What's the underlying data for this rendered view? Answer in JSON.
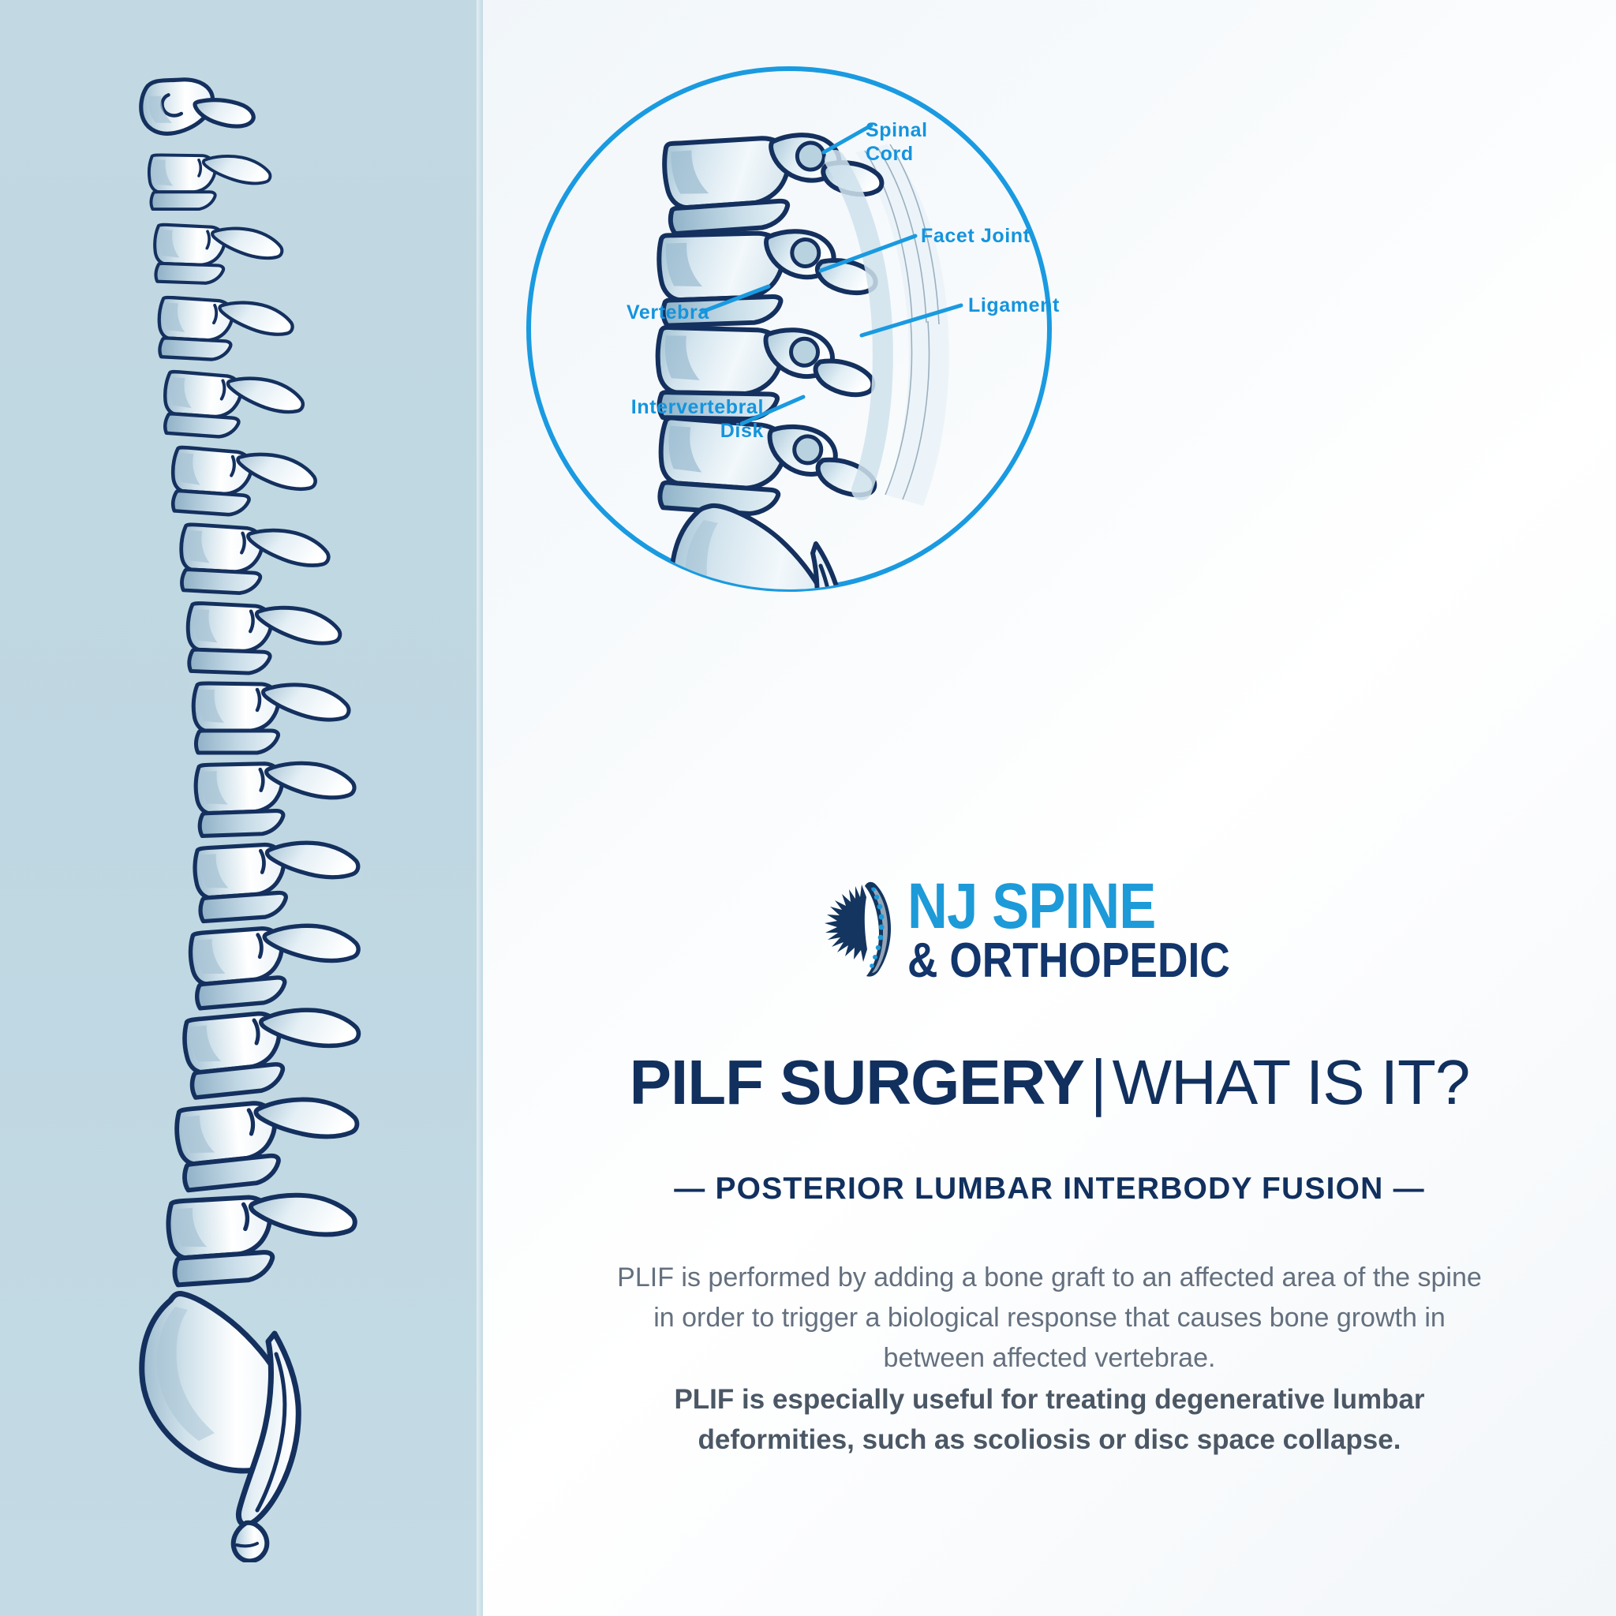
{
  "panels": {
    "left": {
      "illustration_name": "full-spine-lateral-view",
      "background_color": "#bfd7e2"
    }
  },
  "diagram": {
    "shape": "circle",
    "circle_stroke_color": "#1a9ae0",
    "illustration_name": "lumbar-spine-cutaway",
    "label_color": "#1494dd",
    "labels": {
      "spinal_cord_l1": "Spinal",
      "spinal_cord_l2": "Cord",
      "facet_joint": "Facet Joint",
      "ligament": "Ligament",
      "vertebra": "Vertebra",
      "disk_l1": "Intervertebral",
      "disk_l2": "Disk"
    }
  },
  "logo": {
    "line1": "NJ SPINE",
    "line2": "& ORTHOPEDIC",
    "mark_name": "nj-spine-burst-mark",
    "color_primary": "#1d9ad8",
    "color_secondary": "#12356b"
  },
  "heading": {
    "title_strong": "PILF SURGERY",
    "title_separator": "|",
    "title_rest": "WHAT IS IT?",
    "subtitle": "— POSTERIOR LUMBAR INTERBODY FUSION —",
    "color": "#11305e"
  },
  "content": {
    "paragraph": "PLIF is performed by adding a bone graft to an affected area of the spine in order to trigger a biological response that causes bone growth in between affected vertebrae.",
    "bold_paragraph": "PLIF is especially useful for treating degenerative lumbar deformities, such as scoliosis or disc space collapse."
  }
}
